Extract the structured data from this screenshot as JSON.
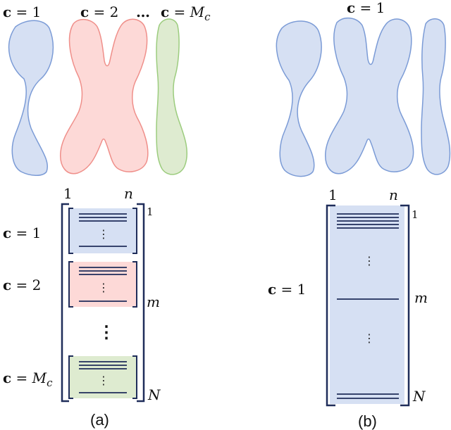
{
  "panel_a": {
    "clusters": [
      {
        "prefix": "c",
        "eq": " = ",
        "value": "1",
        "sub": ""
      },
      {
        "prefix": "c",
        "eq": " = ",
        "value": "2",
        "sub": ""
      },
      {
        "prefix": "c",
        "eq": " = ",
        "value": "M",
        "sub": "c"
      }
    ],
    "ellipsis_top": "…",
    "matrix_top_left": "1",
    "matrix_top_right": "n",
    "row_labels": {
      "first": "1",
      "middle": "m",
      "last": "N"
    },
    "vdots": "⋮",
    "caption": "(a)"
  },
  "panel_b": {
    "cluster": {
      "prefix": "c",
      "eq": " = ",
      "value": "1"
    },
    "matrix_top_left": "1",
    "matrix_top_right": "n",
    "row_labels": {
      "first": "1",
      "middle": "m",
      "last": "N"
    },
    "vdots": "⋮",
    "caption": "(b)"
  },
  "colors": {
    "blue_fill": "#d6e0f3",
    "blue_stroke": "#7b9bd6",
    "red_fill": "#fdd9d7",
    "red_stroke": "#ef8f8a",
    "green_fill": "#deebd0",
    "green_stroke": "#9ccc7e",
    "line": "#1f2d5a"
  }
}
